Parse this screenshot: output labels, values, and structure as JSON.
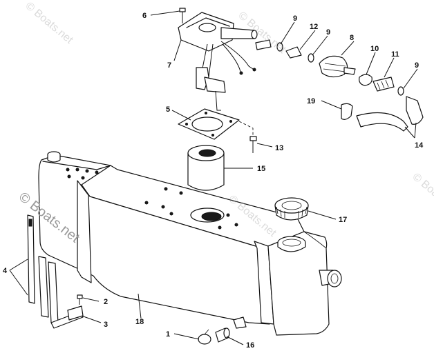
{
  "watermark": {
    "main": "© Boats.net",
    "faint": "© Boats.net"
  },
  "callouts": [
    "1",
    "2",
    "3",
    "4",
    "5",
    "6",
    "7",
    "8",
    "9",
    "9",
    "9",
    "10",
    "11",
    "12",
    "13",
    "14",
    "15",
    "16",
    "17",
    "18",
    "19"
  ]
}
